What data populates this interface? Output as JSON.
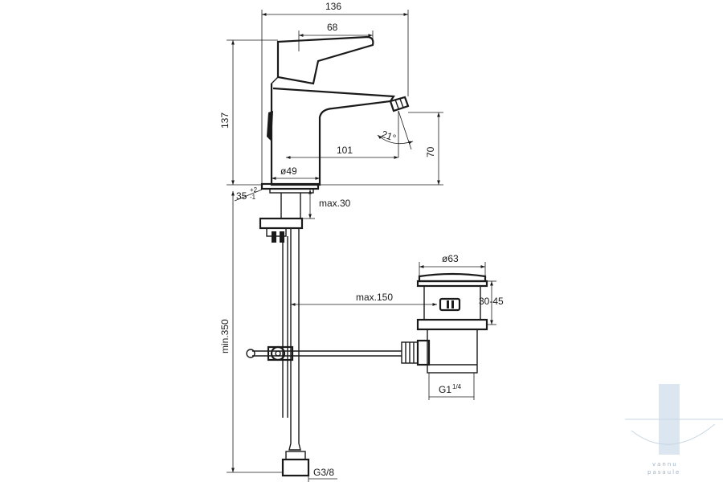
{
  "dimensions": {
    "total_width": "136",
    "handle_length": "68",
    "total_height": "137",
    "spout_height": "70",
    "spout_reach": "101",
    "base_diameter": "ø49",
    "mount_angle": "35",
    "mount_tol_plus": "+2",
    "mount_tol_minus": "-1",
    "spout_angle": "21°",
    "deck_thickness": "max.30",
    "hose_length": "min.350",
    "hose_thread": "G3/8",
    "rod_length": "max.150",
    "drain_diameter": "ø63",
    "drain_range": "30-45",
    "drain_thread": "G1",
    "drain_thread_frac": "1/4"
  },
  "watermark": {
    "line1": "vannu",
    "line2": "pasaule"
  },
  "colors": {
    "line": "#1a1a1a",
    "watermark": "#9fb4c7",
    "watermark_bar": "#dbe6f0"
  }
}
